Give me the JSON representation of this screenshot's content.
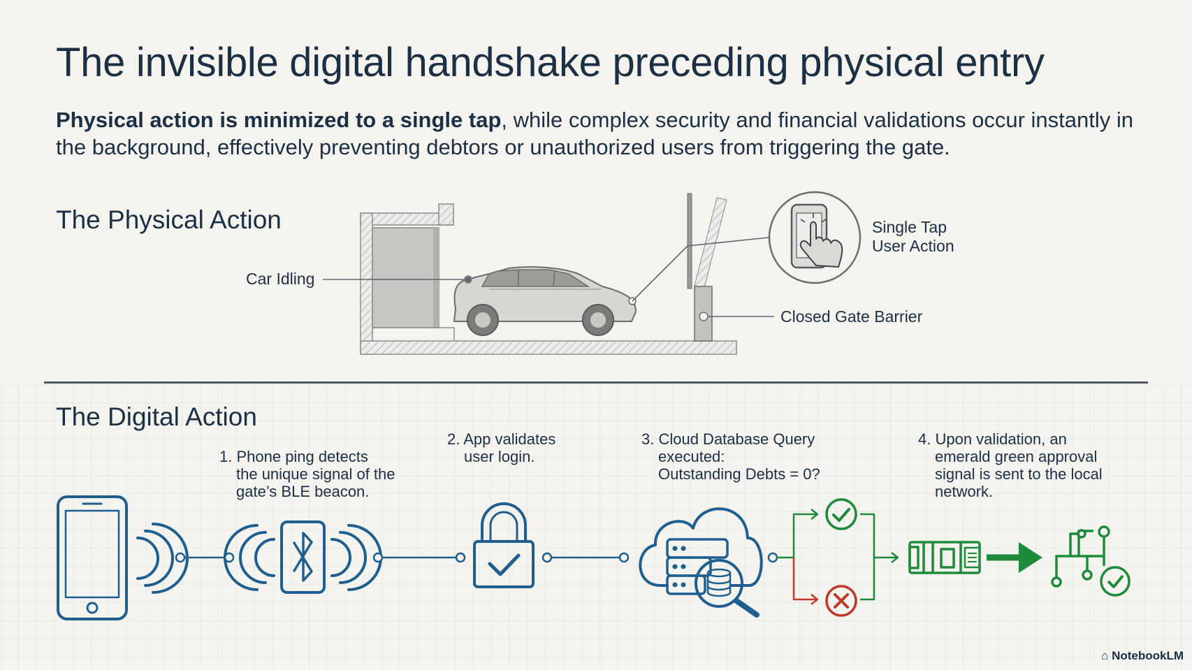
{
  "title": "The invisible digital handshake preceding physical entry",
  "subtitle": {
    "bold": "Physical action is minimized to a single tap",
    "rest": ", while complex security and financial validations occur instantly in the background, effectively preventing debtors or unauthorized users from triggering the gate."
  },
  "physical": {
    "heading": "The Physical Action",
    "car_label": "Car Idling",
    "tap_label_line1": "Single Tap",
    "tap_label_line2": "User Action",
    "gate_label": "Closed Gate Barrier"
  },
  "digital": {
    "heading": "The Digital Action",
    "step1": {
      "line1": "1. Phone ping detects",
      "line2": "the unique signal of the",
      "line3": "gate’s BLE beacon."
    },
    "step2": {
      "line1": "2. App validates",
      "line2": "user login."
    },
    "step3": {
      "line1": "3. Cloud Database Query",
      "line2": "executed:",
      "line3": "Outstanding Debts = 0?"
    },
    "step4": {
      "line1": "4. Upon validation, an",
      "line2": "emerald green approval",
      "line3": "signal is sent to the local",
      "line4": "network."
    }
  },
  "icons": [
    "smartphone-icon",
    "bluetooth-beacon-icon",
    "padlock-check-icon",
    "cloud-database-search-icon",
    "approve-check-icon",
    "deny-x-icon",
    "network-connector-icon",
    "network-approval-icon",
    "tap-phone-icon"
  ],
  "colors": {
    "navy": "#1b2f45",
    "blue": "#1f5f8f",
    "green": "#1e8a3c",
    "red": "#c0392b"
  },
  "brand": "NotebookLM"
}
